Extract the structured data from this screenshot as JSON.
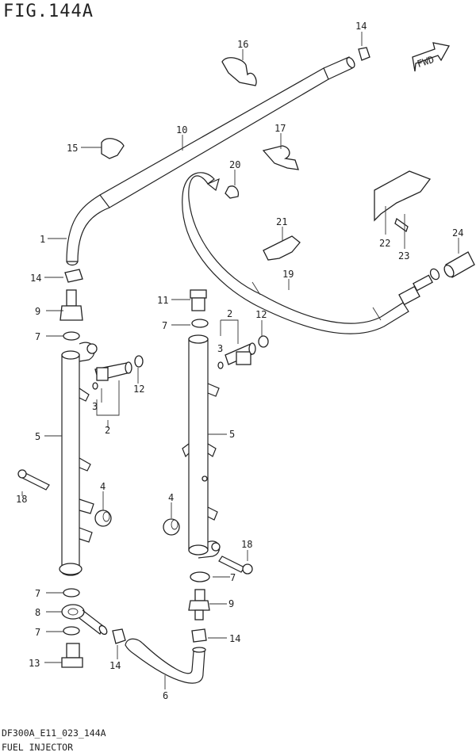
{
  "figure_title": "FIG.144A",
  "fwd_label": "FWD",
  "drawing_code": "DF300A_E11_023_144A",
  "caption": "FUEL INJECTOR",
  "callouts": [
    {
      "id": "c14a",
      "text": "14"
    },
    {
      "id": "c16",
      "text": "16"
    },
    {
      "id": "c10",
      "text": "10"
    },
    {
      "id": "c15",
      "text": "15"
    },
    {
      "id": "c17",
      "text": "17"
    },
    {
      "id": "c20",
      "text": "20"
    },
    {
      "id": "c1",
      "text": "1"
    },
    {
      "id": "c21",
      "text": "21"
    },
    {
      "id": "c22",
      "text": "22"
    },
    {
      "id": "c23",
      "text": "23"
    },
    {
      "id": "c24",
      "text": "24"
    },
    {
      "id": "c19",
      "text": "19"
    },
    {
      "id": "c14b",
      "text": "14"
    },
    {
      "id": "c11",
      "text": "11"
    },
    {
      "id": "c9a",
      "text": "9"
    },
    {
      "id": "c7a",
      "text": "7"
    },
    {
      "id": "c7b",
      "text": "7"
    },
    {
      "id": "c2a",
      "text": "2"
    },
    {
      "id": "c12a",
      "text": "12"
    },
    {
      "id": "c3a",
      "text": "3"
    },
    {
      "id": "c12b",
      "text": "12"
    },
    {
      "id": "c3b",
      "text": "3"
    },
    {
      "id": "c2b",
      "text": "2"
    },
    {
      "id": "c5a",
      "text": "5"
    },
    {
      "id": "c5b",
      "text": "5"
    },
    {
      "id": "c18a",
      "text": "18"
    },
    {
      "id": "c4a",
      "text": "4"
    },
    {
      "id": "c4b",
      "text": "4"
    },
    {
      "id": "c18b",
      "text": "18"
    },
    {
      "id": "c7c",
      "text": "7"
    },
    {
      "id": "c9b",
      "text": "9"
    },
    {
      "id": "c7d",
      "text": "7"
    },
    {
      "id": "c8",
      "text": "8"
    },
    {
      "id": "c7e",
      "text": "7"
    },
    {
      "id": "c14c",
      "text": "14"
    },
    {
      "id": "c13",
      "text": "13"
    },
    {
      "id": "c14d",
      "text": "14"
    },
    {
      "id": "c6",
      "text": "6"
    }
  ]
}
